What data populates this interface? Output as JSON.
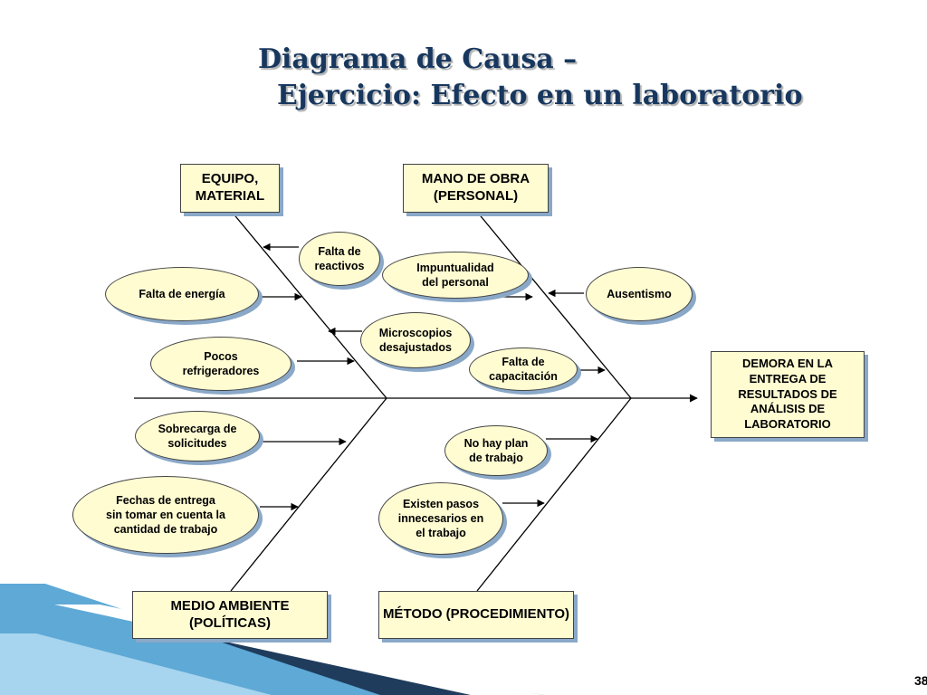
{
  "title": {
    "line1": "Diagrama de Causa –",
    "line2": "Ejercicio: Efecto en un laboratorio"
  },
  "effect": "DEMORA EN LA ENTREGA DE RESULTADOS DE ANÁLISIS DE LABORATORIO",
  "categories": {
    "equipo": "EQUIPO, MATERIAL",
    "mano_obra": "MANO DE OBRA (PERSONAL)",
    "medio": "MEDIO AMBIENTE (POLÍTICAS)",
    "metodo": "MÉTODO (PROCEDIMIENTO)"
  },
  "causes": {
    "falta_reactivos": "Falta de\nreactivos",
    "falta_energia": "Falta de energía",
    "microscopios": "Microscopios\ndesajustados",
    "pocos_refrigeradores": "Pocos\nrefrigeradores",
    "impuntualidad": "Impuntualidad\ndel personal",
    "ausentismo": "Ausentismo",
    "falta_capacitacion": "Falta de\ncapacitación",
    "sobrecarga": "Sobrecarga de\nsolicitudes",
    "fechas_entrega": "Fechas de entrega\nsin tomar en cuenta la\ncantidad de trabajo",
    "no_plan": "No hay plan\nde trabajo",
    "pasos_innecesarios": "Existen pasos\ninnecesarios en\nel trabajo"
  },
  "page_number": "38",
  "colors": {
    "title": "#17375e",
    "box_fill": "#fffcd2",
    "shadow": "#8aa8c8",
    "decor_dark": "#1f3c5c",
    "decor_blue": "#5ea9d6"
  }
}
